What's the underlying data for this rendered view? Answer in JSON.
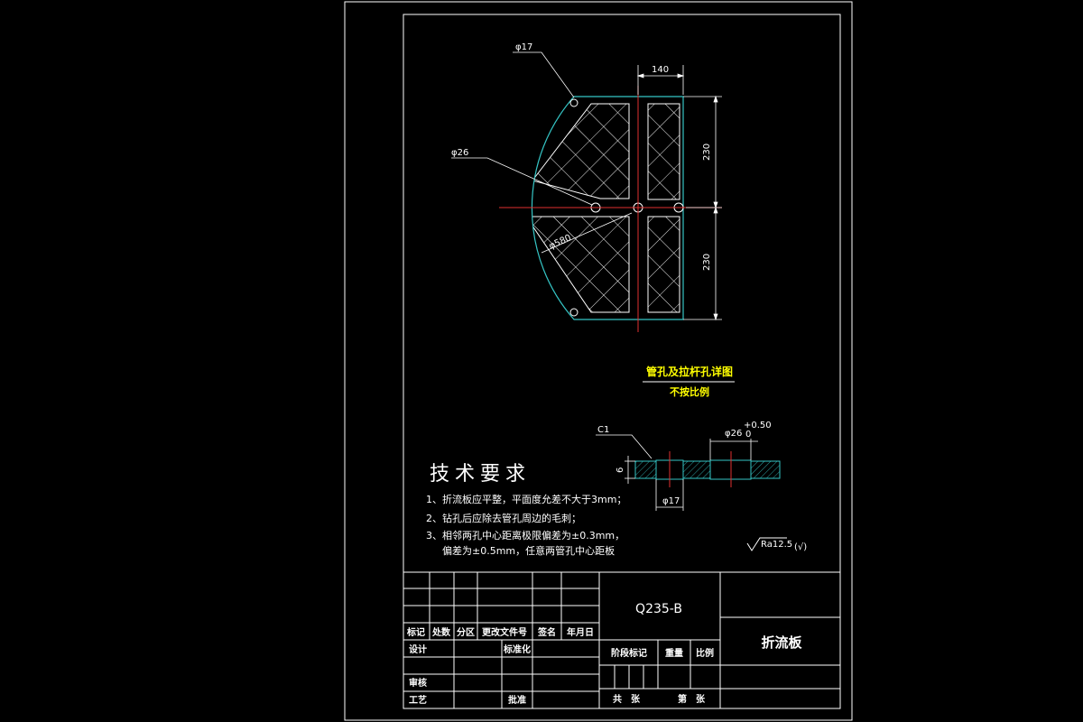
{
  "drawing_title": "折流板",
  "material": "Q235-B",
  "detail_caption": {
    "title": "管孔及拉杆孔详图",
    "subtitle": "不按比例"
  },
  "dimensions": {
    "hole_small": "φ17",
    "hole_tube": "φ26",
    "diameter": "φ580",
    "width_top": "140",
    "height_upper": "230",
    "height_lower": "230",
    "chamfer": "C1",
    "section_hole_top": "φ26",
    "tolerance_upper": "+0.50",
    "tolerance_lower": "0",
    "thickness": "6",
    "section_hole_bottom": "φ17"
  },
  "roughness": {
    "value": "Ra12.5",
    "other": "(√)"
  },
  "tech_requirements": {
    "heading": "技术要求",
    "items": [
      "1、折流板应平整，平面度允差不大于3mm；",
      "2、钻孔后应除去管孔周边的毛刺；",
      "3、相邻两孔中心距离极限偏差为±0.3mm，",
      "偏差为±0.5mm，任意两管孔中心距板"
    ]
  },
  "title_block": {
    "revision_headers": [
      "标记",
      "处数",
      "分区",
      "更改文件号",
      "签名",
      "年月日"
    ],
    "design": "设计",
    "standardization": "标准化",
    "review": "审核",
    "process": "工艺",
    "approve": "批准",
    "stage_mark": "阶段标记",
    "weight": "重量",
    "scale": "比例",
    "total_sheets": "共　张",
    "sheet_no": "第　张"
  },
  "colors": {
    "background": "#000000",
    "frame": "#ffffff",
    "outline": "#35c5c5",
    "centerline": "#e03030",
    "caption": "#ffff00",
    "text": "#ffffff"
  }
}
